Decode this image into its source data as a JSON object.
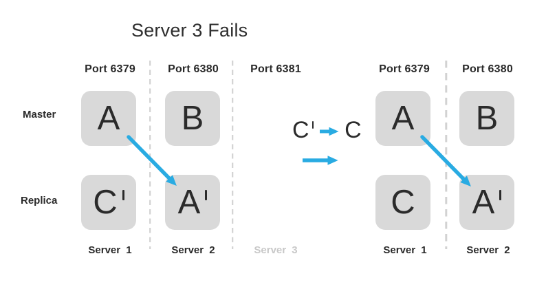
{
  "title": "Server 3 Fails",
  "colors": {
    "background": "#ffffff",
    "box_fill": "#d9d9d9",
    "text_dark": "#2b2b2b",
    "muted_server_gray": "#c8c8c8",
    "dash_gray": "#d2d2d2",
    "arrow_blue": "#29abe2"
  },
  "rows": {
    "master": "Master",
    "replica": "Replica"
  },
  "left": {
    "ports": [
      "Port 6379",
      "Port 6380",
      "Port 6381"
    ],
    "servers": [
      "Server 1",
      "Server 2",
      "Server 3"
    ],
    "boxes": [
      {
        "position": "master-server1",
        "label": "A",
        "prime": false
      },
      {
        "position": "master-server2",
        "label": "B",
        "prime": false
      },
      {
        "position": "replica-server1",
        "label": "C",
        "prime": true
      },
      {
        "position": "replica-server2",
        "label": "A",
        "prime": true
      }
    ],
    "failover_arrow": "A-to-A-prime"
  },
  "transition": {
    "from": "C",
    "from_prime": true,
    "to": "C"
  },
  "right": {
    "ports": [
      "Port 6379",
      "Port 6380"
    ],
    "servers": [
      "Server 1",
      "Server 2"
    ],
    "boxes": [
      {
        "position": "master-server1",
        "label": "A",
        "prime": false
      },
      {
        "position": "master-server2",
        "label": "B",
        "prime": false
      },
      {
        "position": "replica-server1",
        "label": "C",
        "prime": false
      },
      {
        "position": "replica-server2",
        "label": "A",
        "prime": true
      }
    ],
    "failover_arrow": "A-to-A-prime"
  }
}
